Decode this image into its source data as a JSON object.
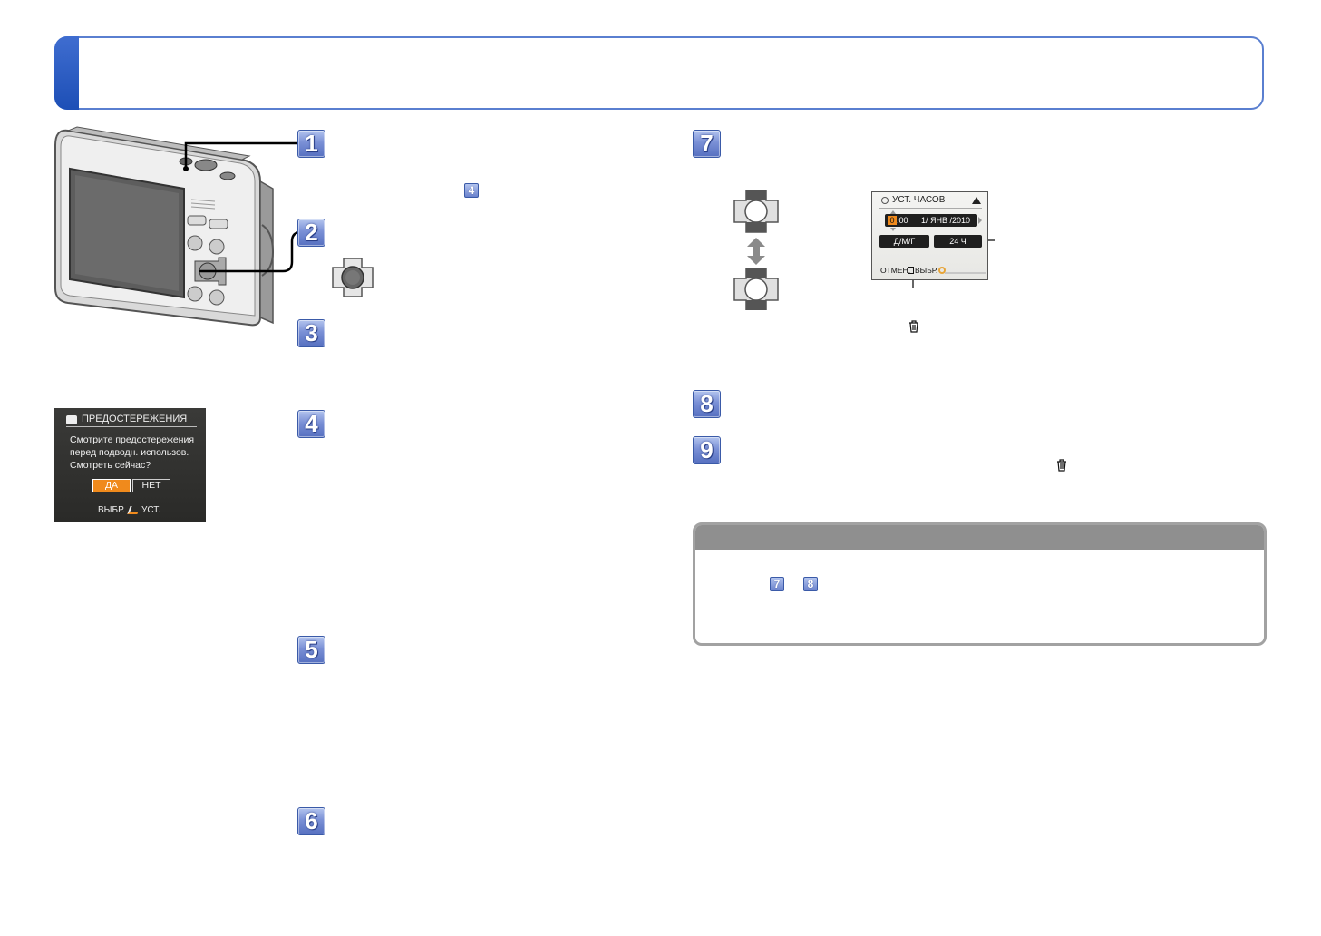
{
  "steps": [
    "1",
    "2",
    "3",
    "4",
    "5",
    "6",
    "7",
    "8",
    "9"
  ],
  "mini_refs": {
    "step4": "4",
    "step7": "7",
    "step8": "8"
  },
  "warning_screen": {
    "title": "ПРЕДОСТЕРЕЖЕНИЯ",
    "message_lines": [
      "Смотрите предостережения",
      "перед подводн. использов.",
      "Смотреть сейчас?"
    ],
    "yes": "ДА",
    "no": "НЕТ",
    "footer_select": "ВЫБР.",
    "footer_set": "УСТ."
  },
  "clock_screen": {
    "title": "УСТ. ЧАСОВ",
    "cursor_digit": "0",
    "time": ":00",
    "date": "1/ ЯНВ /2010",
    "order": "Д/М/Г",
    "hour_format": "24 Ч",
    "footer_cancel": "ОТМЕН.",
    "footer_select": "ВЫБР."
  },
  "colors": {
    "accent_blue": "#1d4fb6",
    "highlight_orange": "#f08a1c",
    "note_gray": "#8f8f8f"
  }
}
